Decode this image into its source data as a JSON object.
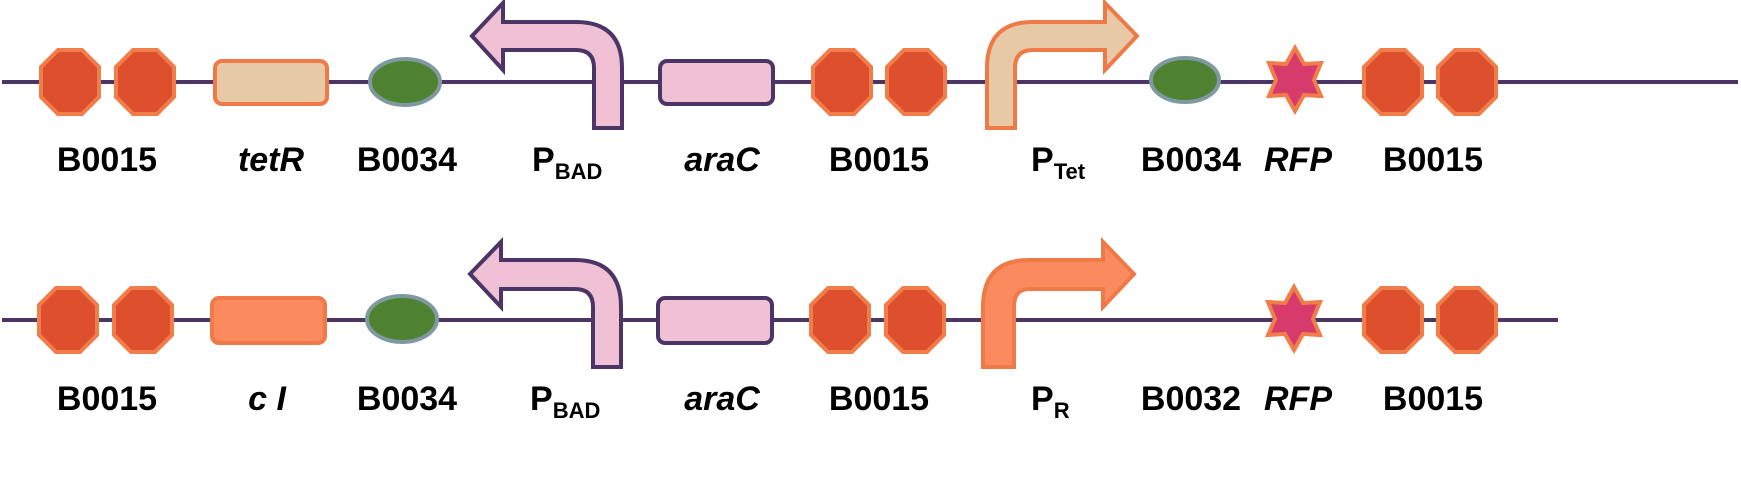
{
  "colors": {
    "backbone": "#4b3466",
    "terminator_fill": "#de4f2e",
    "terminator_stroke": "#f07d4a",
    "rbs_fill": "#4e8230",
    "rbs_stroke": "#7e9aa0",
    "rfp_fill": "#d73b6b",
    "rfp_stroke": "#f07d4a",
    "pink_fill": "#f0c0d4",
    "purple_stroke": "#4b3466",
    "tan_fill": "#e8c9a6",
    "orange_fill": "#fb8b5f",
    "orange_stroke": "#ef7a47"
  },
  "constructs": [
    {
      "labels": {
        "term1": "B0015",
        "cds1": "tetR",
        "rbs1": "B0034",
        "prom1_main": "P",
        "prom1_sub": "BAD",
        "cds2": "araC",
        "term2": "B0015",
        "prom2_main": "P",
        "prom2_sub": "Tet",
        "rbs2": "B0034",
        "reporter": "RFP",
        "term3": "B0015"
      }
    },
    {
      "labels": {
        "term1": "B0015",
        "cds1": "c I",
        "rbs1": "B0034",
        "prom1_main": "P",
        "prom1_sub": "BAD",
        "cds2": "araC",
        "term2": "B0015",
        "prom2_main": "P",
        "prom2_sub": "R",
        "rbs2": "B0032",
        "reporter": "RFP",
        "term3": "B0015"
      }
    }
  ]
}
